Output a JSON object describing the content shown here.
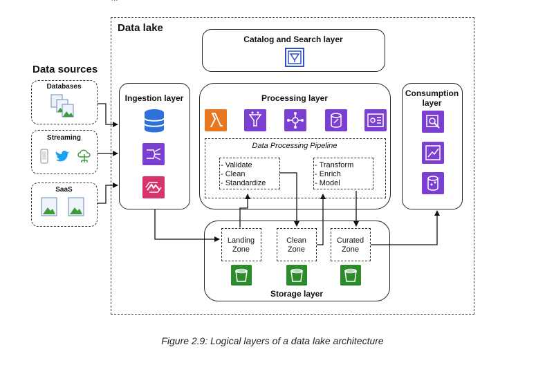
{
  "header_fragment": "…",
  "lake": {
    "title": "Data lake"
  },
  "sources": {
    "title": "Data sources",
    "databases": "Databases",
    "streaming": "Streaming",
    "saas": "SaaS"
  },
  "catalog": {
    "title": "Catalog and Search layer"
  },
  "ingestion": {
    "title": "Ingestion layer"
  },
  "processing": {
    "title": "Processing layer",
    "pipeline_title": "Data Processing Pipeline",
    "step1": [
      "- Validate",
      "- Clean",
      "- Standardize"
    ],
    "step2": [
      "- Transform",
      "- Enrich",
      "- Model"
    ]
  },
  "consumption": {
    "title_line1": "Consumption",
    "title_line2": "layer"
  },
  "storage": {
    "title": "Storage layer",
    "zones": [
      {
        "line1": "Landing",
        "line2": "Zone"
      },
      {
        "line1": "Clean",
        "line2": "Zone"
      },
      {
        "line1": "Curated",
        "line2": "Zone"
      }
    ]
  },
  "caption": "Figure 2.9: Logical layers of a data lake architecture",
  "icons": {
    "ingestion": [
      "dms-icon",
      "kinesis-firehose-icon",
      "appflow-icon"
    ],
    "processing": [
      "lambda-icon",
      "glue-databrew-icon",
      "glue-icon",
      "emr-icon",
      "sagemaker-icon"
    ],
    "consumption": [
      "athena-icon",
      "quicksight-icon",
      "redshift-icon"
    ],
    "storage": [
      "s3-bucket-icon",
      "s3-bucket-icon",
      "s3-bucket-icon"
    ],
    "catalog": "glue-data-catalog-icon"
  }
}
